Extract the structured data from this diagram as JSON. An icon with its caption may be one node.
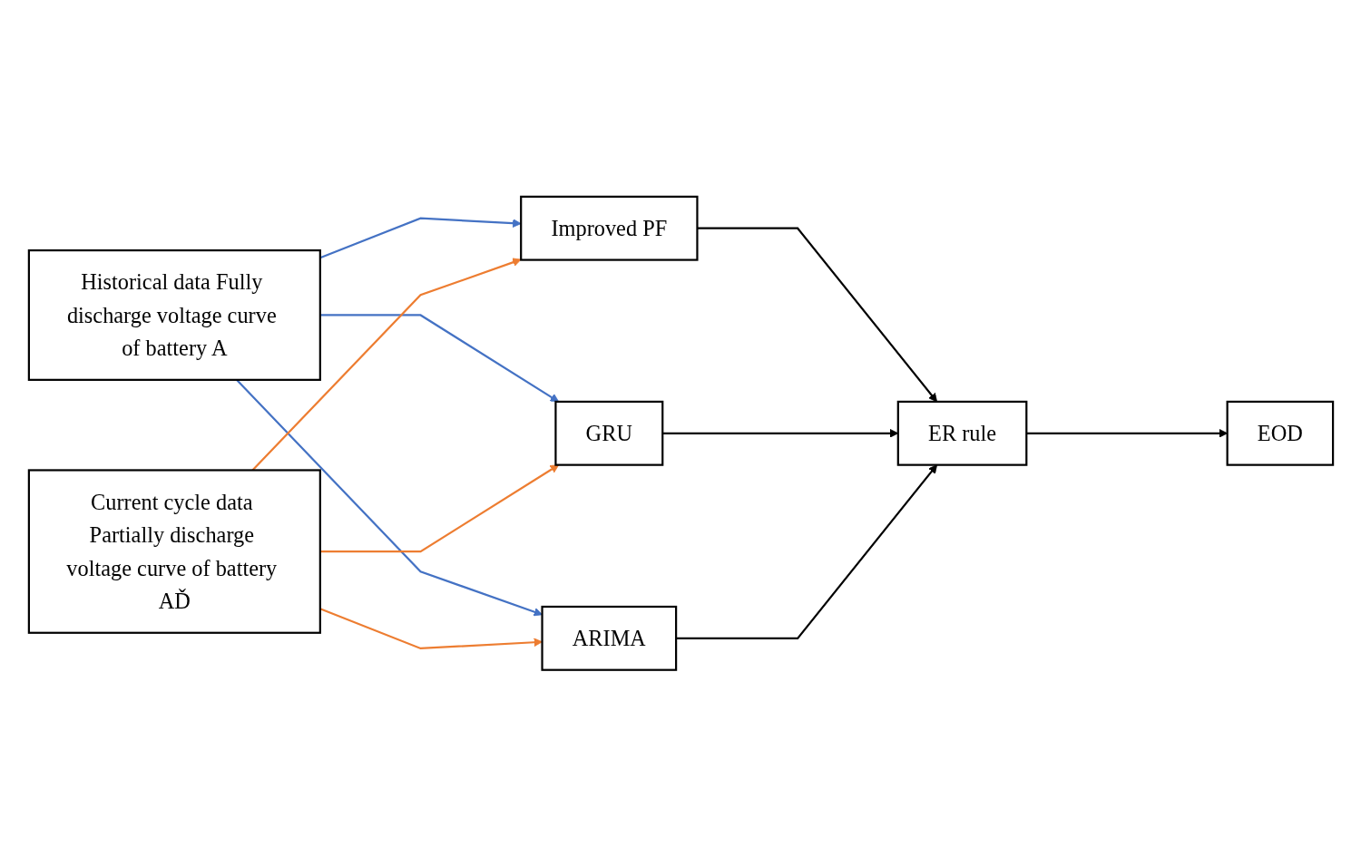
{
  "diagram": {
    "nodes": [
      {
        "text": [
          "Historical data Fully discharge voltage curve of battery A"
        ]
      },
      {
        "text": [
          "Current cycle data Partially discharge voltage curve of battery AĎ"
        ]
      },
      {
        "text": [
          "Improved PF"
        ]
      },
      {
        "text": [
          "GRU"
        ]
      },
      {
        "text": [
          "ARIMA"
        ]
      },
      {
        "text": [
          "ER rule"
        ]
      },
      {
        "text": [
          "EOD"
        ]
      }
    ],
    "edges": [
      {
        "from": 0,
        "to": 2,
        "arrow": "to",
        "color": "#4472c4"
      },
      {
        "from": 0,
        "to": 3,
        "arrow": "to",
        "color": "#4472c4"
      },
      {
        "from": 0,
        "to": 4,
        "arrow": "to",
        "color": "#4472c4"
      },
      {
        "from": 1,
        "to": 2,
        "arrow": "to",
        "color": "#ed7d31"
      },
      {
        "from": 1,
        "to": 3,
        "arrow": "to",
        "color": "#ed7d31"
      },
      {
        "from": 1,
        "to": 4,
        "arrow": "to",
        "color": "#ed7d31"
      },
      {
        "from": 2,
        "to": 5,
        "arrow": "to"
      },
      {
        "from": 3,
        "to": 5,
        "arrow": "to"
      },
      {
        "from": 4,
        "to": 5,
        "arrow": "to"
      },
      {
        "from": 5,
        "to": 6,
        "arrow": "to"
      }
    ]
  }
}
